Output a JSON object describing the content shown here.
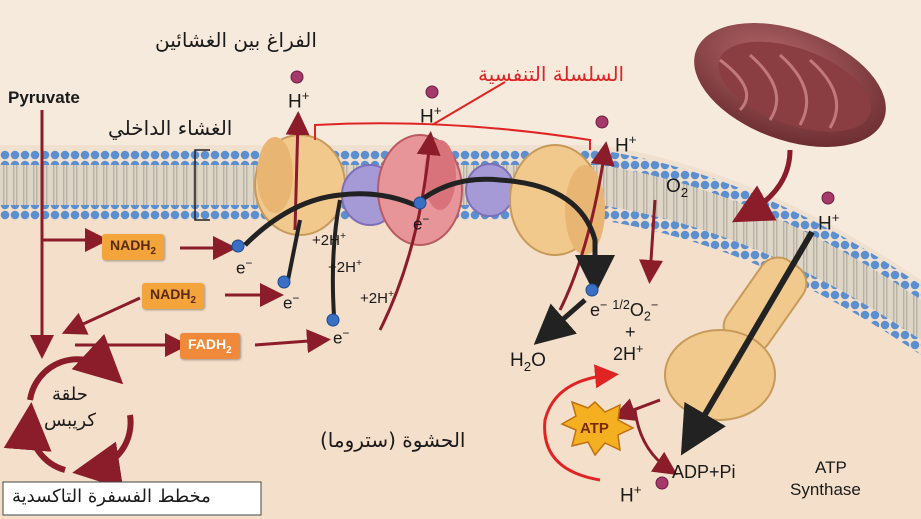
{
  "labels": {
    "intermembrane_space": "الفراغ بين الغشائين",
    "respiratory_chain": "السلسلة التنفسية",
    "inner_membrane": "الغشاء الداخلي",
    "krebs_cycle_line1": "حلقة",
    "krebs_cycle_line2": "كريبس",
    "matrix": "الحشوة (ستروما)",
    "caption": "مخطط الفسفرة التاكسدية",
    "pyruvate": "Pyruvate",
    "atp_synthase_line1": "ATP",
    "atp_synthase_line2": "Synthase",
    "o2": "O",
    "o2_sub": "2",
    "h2o": "H",
    "h2o_sub": "2",
    "h2o_tail": "O",
    "adp_pi": "ADP+Pi",
    "atp": "ATP",
    "plus": "+",
    "twoH": "2H",
    "half": "1/2",
    "o2minus": "O",
    "o2minus_sub": "2",
    "o2minus_sup": "−"
  },
  "carriers": {
    "nadh_1": "NADH",
    "nadh_1_sub": "2",
    "nadh_2": "NADH",
    "nadh_2_sub": "2",
    "fadh": "FADH",
    "fadh_sub": "2"
  },
  "ions": {
    "h": "H",
    "plus_sup": "+",
    "e": "e",
    "minus_sup": "−",
    "plus2H": "+2H"
  },
  "colors": {
    "background": "#efe0cf",
    "membrane_head": "#5b8fd0",
    "membrane_tail": "#c9c3b8",
    "complex_tan": "#f1c98d",
    "complex_pink": "#e8959a",
    "complex_violet": "#a59ad6",
    "arrow_dark": "#8b1c2a",
    "chain_red": "#e02424",
    "electron_blue": "#3a6fc4",
    "proton_purple": "#a4396a"
  }
}
